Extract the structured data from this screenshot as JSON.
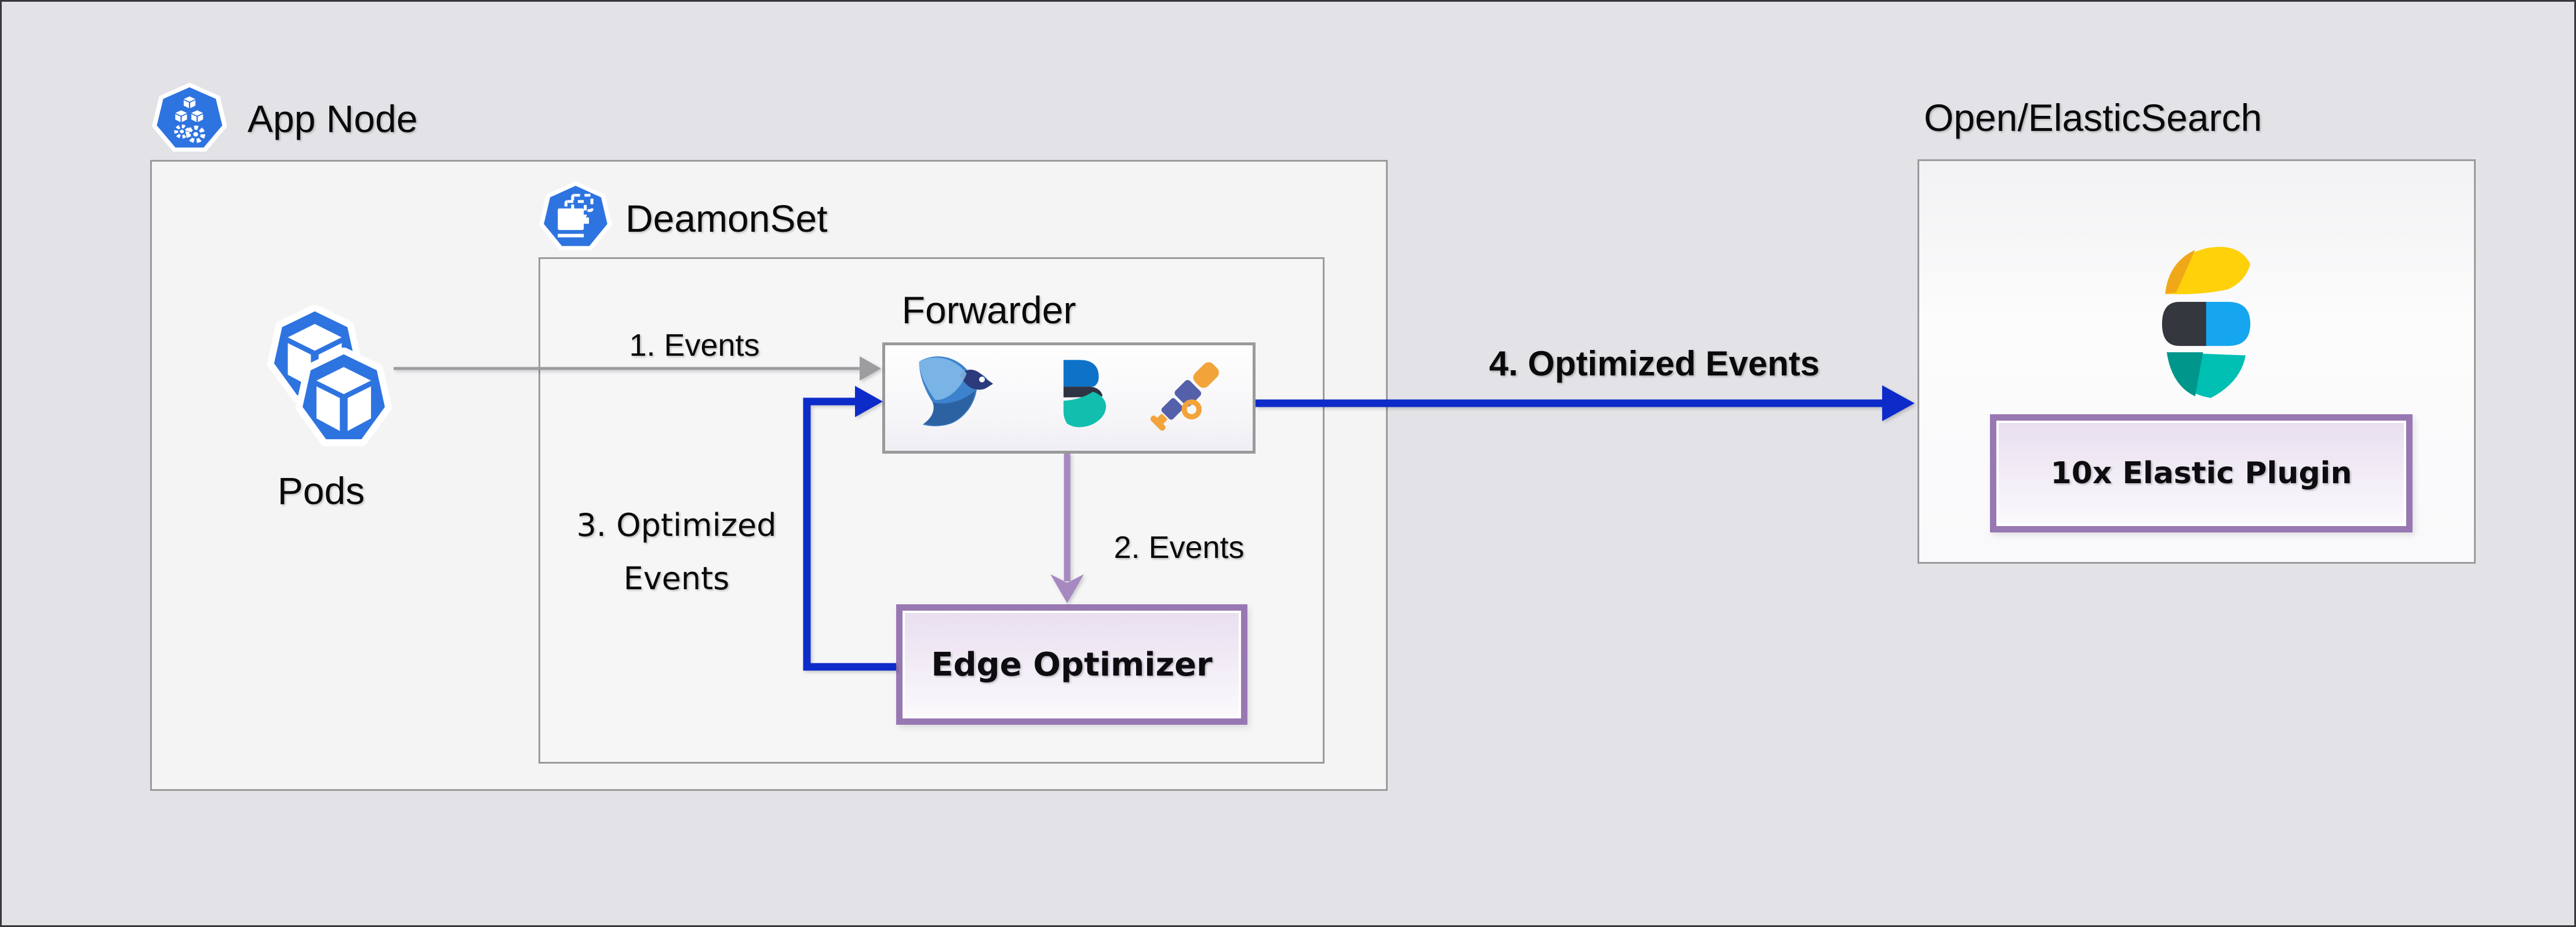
{
  "app_node": {
    "label": "App Node",
    "icon": "kubernetes-node-icon"
  },
  "daemonset": {
    "label": "DeamonSet",
    "icon": "kubernetes-daemonset-icon"
  },
  "pods": {
    "label": "Pods",
    "icon": "kubernetes-pod-icon",
    "count": 2
  },
  "forwarder": {
    "label": "Forwarder",
    "logos": [
      "fluent-bit-logo-icon",
      "elastic-beats-logo-icon",
      "telescope-logo-icon"
    ]
  },
  "edge_optimizer": {
    "label": "Edge Optimizer"
  },
  "destination": {
    "title": "Open/ElasticSearch",
    "logo": "elastic-logo-icon",
    "plugin_label": "10x Elastic Plugin"
  },
  "flows": [
    {
      "step": 1,
      "label": "1. Events",
      "from": "pods",
      "to": "forwarder",
      "color": "#9c9ca1"
    },
    {
      "step": 2,
      "label": "2. Events",
      "from": "forwarder",
      "to": "edge-optimizer",
      "color": "#a689c0"
    },
    {
      "step": 3,
      "label": "3. Optimized Events",
      "from": "edge-optimizer",
      "to": "forwarder",
      "color": "#0d2bc9"
    },
    {
      "step": 4,
      "label": "4. Optimized Events",
      "from": "forwarder",
      "to": "open-elasticsearch",
      "color": "#0d2bc9"
    }
  ],
  "colors": {
    "background": "#e2e2e7",
    "container_fill": "#f4f4f5",
    "container_border": "#9a9a9a",
    "kubernetes_blue": "#2e74e0",
    "arrow_gray": "#9c9ca1",
    "arrow_purple": "#a689c0",
    "arrow_blue": "#0d2bc9",
    "purple_border": "#9878b2",
    "purple_fill": "#e8def0"
  }
}
